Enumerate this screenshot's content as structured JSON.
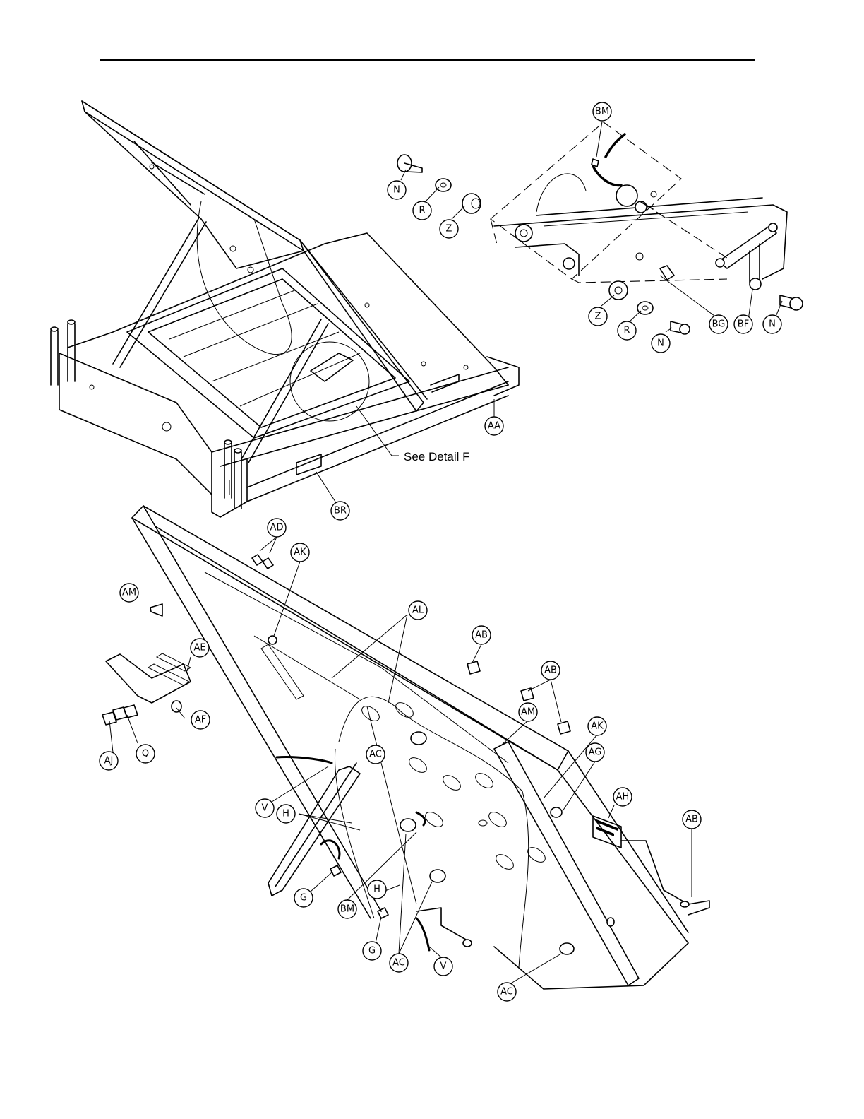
{
  "callouts_top_left": [
    "AA",
    "BR"
  ],
  "detail_note": "See Detail F",
  "callouts_detail_f": [
    "BM",
    "N",
    "R",
    "Z",
    "Z",
    "R",
    "N",
    "BG",
    "BF",
    "N"
  ],
  "callouts_bottom": [
    "AD",
    "AK",
    "AM",
    "AL",
    "AB",
    "AE",
    "AB",
    "AF",
    "Q",
    "AJ",
    "AM",
    "AC",
    "AK",
    "AG",
    "AH",
    "AB",
    "V",
    "H",
    "G",
    "H",
    "BM",
    "G",
    "AC",
    "V",
    "AC"
  ]
}
